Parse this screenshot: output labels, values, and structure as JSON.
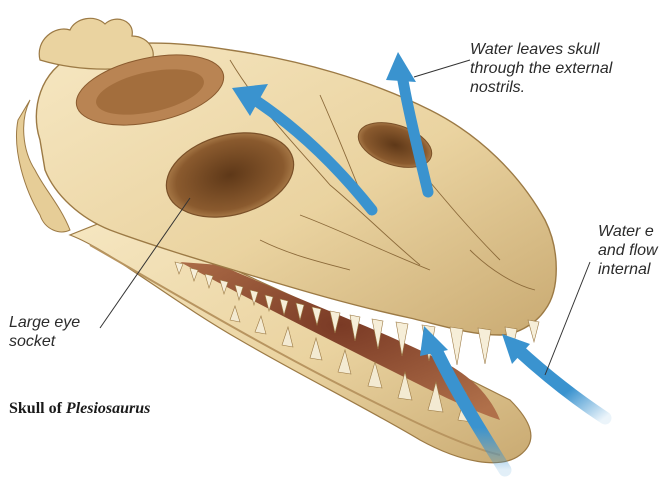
{
  "labels": {
    "water_leaves": {
      "line1": "Water leaves skull",
      "line2": "through the external",
      "line3": "nostrils."
    },
    "water_enters": {
      "line1": "Water e",
      "line2": "and flow",
      "line3": "internal"
    },
    "eye_socket": {
      "line1": "Large eye",
      "line2": "socket"
    }
  },
  "caption": {
    "prefix": "Skull of ",
    "genus": "Plesiosaurus"
  },
  "colors": {
    "bone": "#efdcae",
    "bone_shadow": "#c9aa72",
    "bone_dark": "#9c7a45",
    "cavity": "#8a5a2e",
    "arrow": "#3a93cf",
    "leader_line": "#333333"
  }
}
